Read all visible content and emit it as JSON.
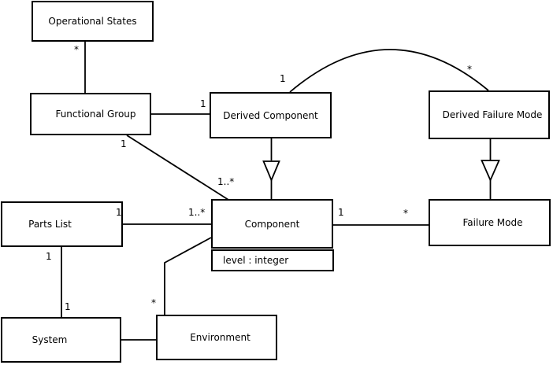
{
  "diagram": {
    "kind": "uml-class-diagram",
    "background_color": "#ffffff",
    "line_color": "#000000",
    "nodes": [
      {
        "id": "operational-states",
        "label": "Operational States"
      },
      {
        "id": "functional-group",
        "label": "Functional Group"
      },
      {
        "id": "derived-component",
        "label": "Derived Component"
      },
      {
        "id": "derived-failure-mode",
        "label": "Derived Failure Mode"
      },
      {
        "id": "parts-list",
        "label": "Parts List"
      },
      {
        "id": "component",
        "label": "Component",
        "attribute": "level : integer"
      },
      {
        "id": "failure-mode",
        "label": "Failure Mode"
      },
      {
        "id": "system",
        "label": "System"
      },
      {
        "id": "environment",
        "label": "Environment"
      }
    ],
    "multiplicities": [
      {
        "id": "os-fg-star",
        "text": "*",
        "edge": "operational-states to functional-group"
      },
      {
        "id": "fg-dc-one",
        "text": "1",
        "edge": "functional-group to derived-component"
      },
      {
        "id": "fg-comp-one",
        "text": "1",
        "edge": "functional-group to component"
      },
      {
        "id": "fg-comp-many",
        "text": "1..*",
        "edge": "functional-group to component"
      },
      {
        "id": "dc-arc-one",
        "text": "1",
        "edge": "derived-component to derived-failure-mode"
      },
      {
        "id": "dfm-arc-star",
        "text": "*",
        "edge": "derived-component to derived-failure-mode"
      },
      {
        "id": "comp-fm-one",
        "text": "1",
        "edge": "component to failure-mode"
      },
      {
        "id": "comp-fm-star",
        "text": "*",
        "edge": "component to failure-mode"
      },
      {
        "id": "pl-comp-one",
        "text": "1",
        "edge": "parts-list to component"
      },
      {
        "id": "pl-comp-many",
        "text": "1..*",
        "edge": "parts-list to component"
      },
      {
        "id": "pl-sys-one-a",
        "text": "1",
        "edge": "parts-list to system"
      },
      {
        "id": "pl-sys-one-b",
        "text": "1",
        "edge": "parts-list to system"
      },
      {
        "id": "comp-env-star",
        "text": "*",
        "edge": "component to environment"
      }
    ]
  }
}
